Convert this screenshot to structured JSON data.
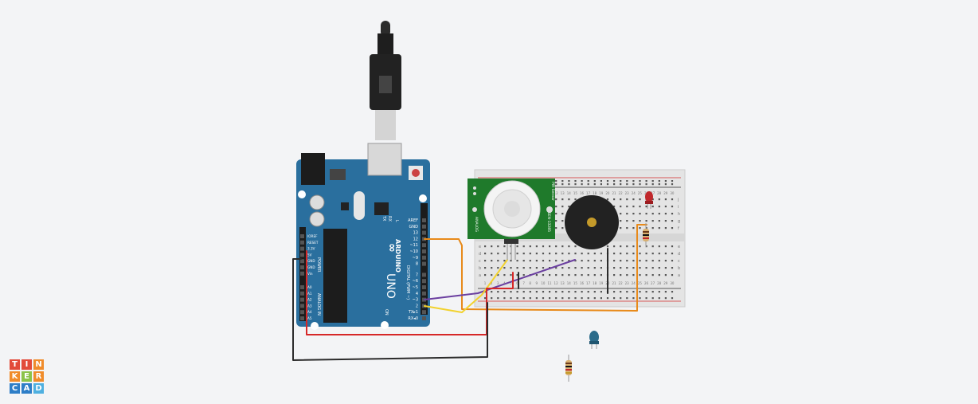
{
  "logo": {
    "letters": [
      "T",
      "I",
      "N",
      "K",
      "E",
      "R",
      "C",
      "A",
      "D"
    ],
    "colors": [
      "#e24b3a",
      "#e24b3a",
      "#f08c2b",
      "#f08c2b",
      "#8bc34a",
      "#f08c2b",
      "#2e7ec7",
      "#2e7ec7",
      "#4fb0e0"
    ]
  },
  "arduino": {
    "brand": "ARDUINO",
    "model": "UNO",
    "on_label": "ON",
    "tx_label": "TX",
    "rx_label": "RX",
    "l_label": "L",
    "digital_label": "DIGITAL (PWM ~)",
    "power_label": "POWER",
    "analog_label": "ANALOG IN",
    "digital_pins": [
      "AREF",
      "GND",
      "13",
      "12",
      "~11",
      "~10",
      "~9",
      "8",
      "7",
      "~6",
      "~5",
      "4",
      "~3",
      "2",
      "TX▸1",
      "RX◂0"
    ],
    "power_pins": [
      "IOREF",
      "RESET",
      "3.3V",
      "5V",
      "GND",
      "GND",
      "Vin"
    ],
    "analog_pins": [
      "A0",
      "A1",
      "A2",
      "A3",
      "A4",
      "A5"
    ]
  },
  "pir": {
    "label1": "PIR Sensor",
    "label2": "SEN-13285",
    "label3": "ANALOG"
  },
  "breadboard": {
    "row_letters_top": [
      "j",
      "i",
      "h",
      "g",
      "f"
    ],
    "row_letters_bottom": [
      "e",
      "d",
      "c",
      "b",
      "a"
    ],
    "columns": [
      "1",
      "2",
      "3",
      "4",
      "5",
      "6",
      "7",
      "8",
      "9",
      "10",
      "11",
      "12",
      "13",
      "14",
      "15",
      "16",
      "17",
      "18",
      "19",
      "20",
      "21",
      "22",
      "23",
      "24",
      "25",
      "26",
      "27",
      "28",
      "29",
      "30"
    ]
  },
  "colors": {
    "board": "#2a6f9e",
    "wire_orange": "#e88a1a",
    "wire_purple": "#6b3fa0",
    "wire_yellow": "#f2d22e",
    "wire_red": "#d62828",
    "wire_black": "#2b2b2b",
    "led_red": "#c0282c",
    "led_blue": "#2b6b8a"
  }
}
